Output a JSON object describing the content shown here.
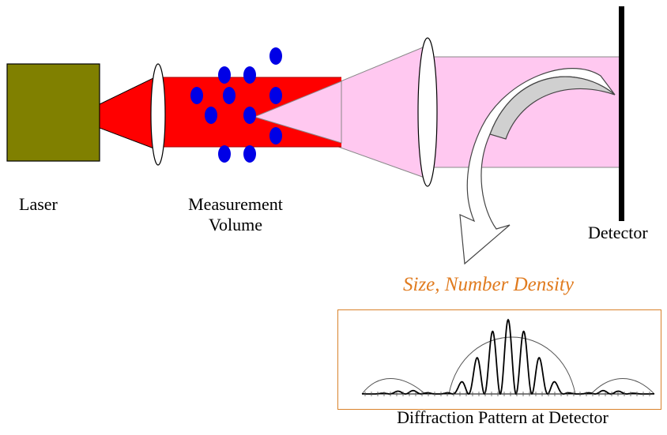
{
  "labels": {
    "laser": "Laser",
    "measurement_volume_line1": "Measurement",
    "measurement_volume_line2": "Volume",
    "detector": "Detector",
    "result": "Size, Number Density",
    "pattern_caption": "Diffraction Pattern at Detector"
  },
  "colors": {
    "laser_body": "#808000",
    "beam": "#ff0000",
    "scattered_light": "#ffc8f0",
    "particles": "#0000e6",
    "detector": "#000000",
    "result_text": "#e07b1f",
    "pattern_border": "#d9822b",
    "curved_arrow": "#d0d0d0"
  }
}
